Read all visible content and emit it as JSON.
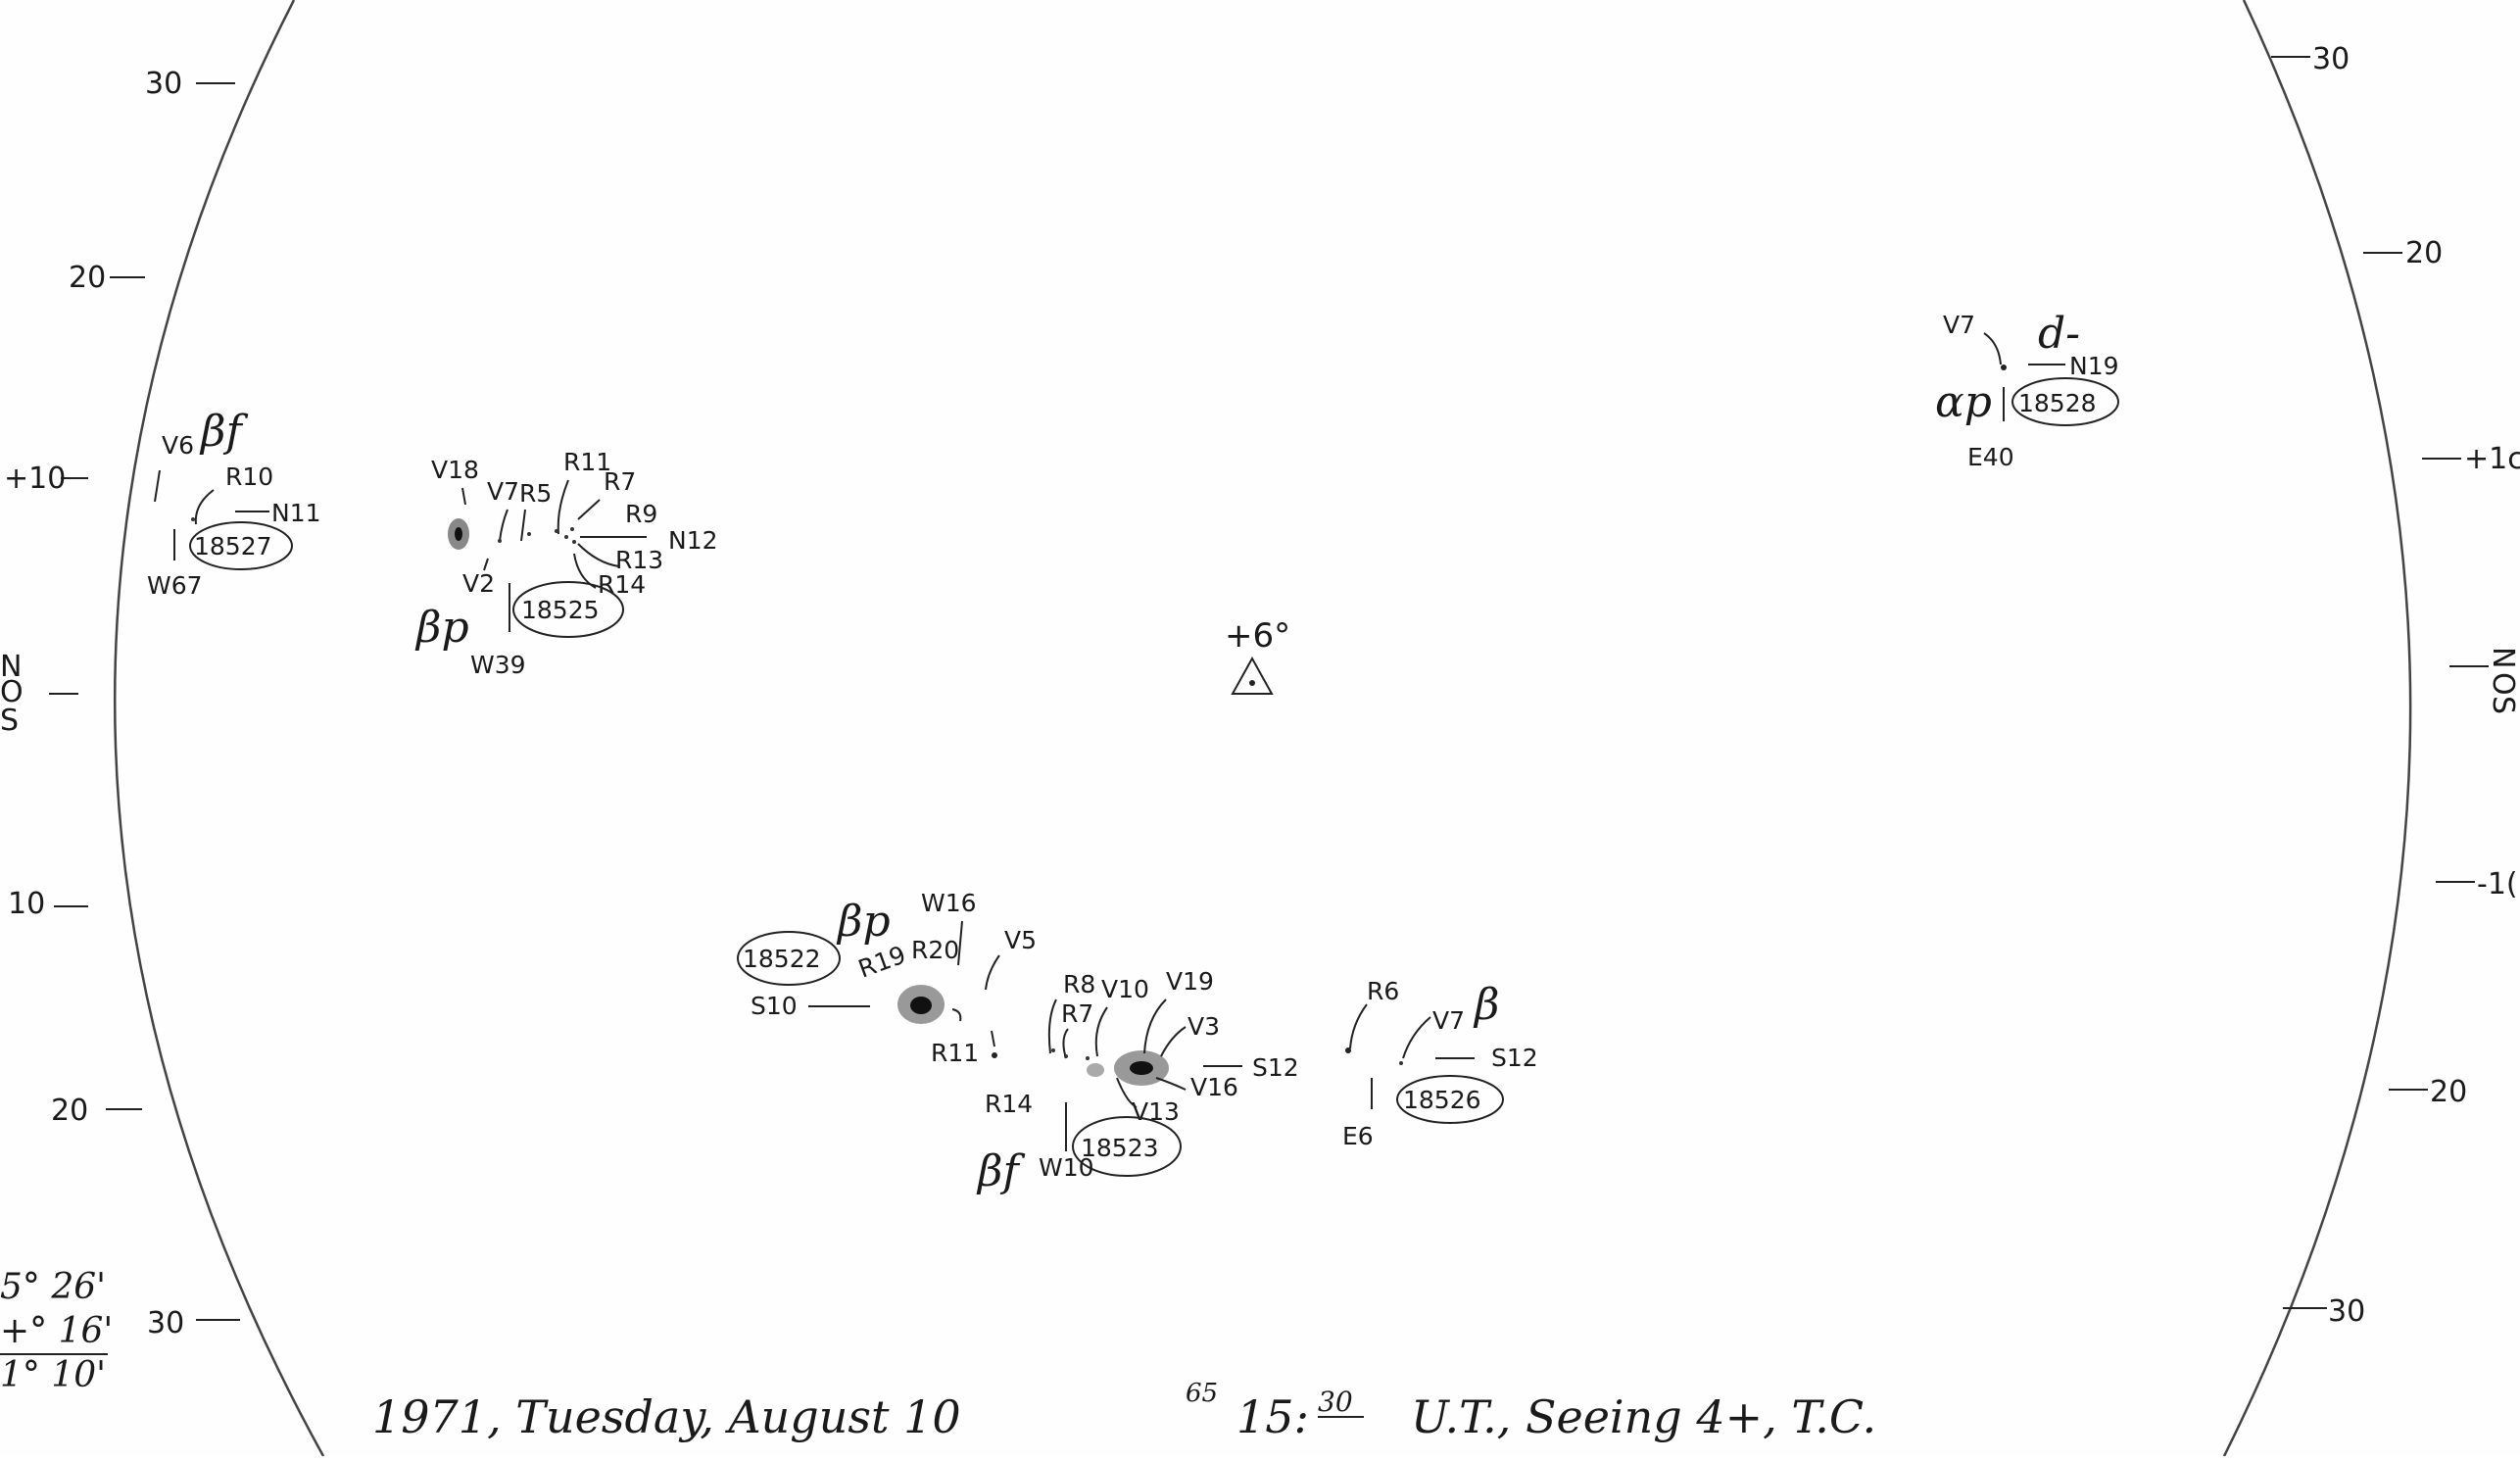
{
  "caption": {
    "line": "1971, Tuesday, August 10",
    "superscript": "65",
    "time_main": "15:",
    "time_sup": "30",
    "rest": "U.T., Seeing 4+, T.C."
  },
  "center_mark": {
    "label": "+6°"
  },
  "left_scale": [
    "30",
    "20",
    "+10",
    "10",
    "20",
    "30"
  ],
  "left_ns": [
    "N",
    "O",
    "S"
  ],
  "right_scale": [
    "30",
    "20",
    "+1c",
    "-1(",
    "20",
    "30"
  ],
  "right_ns": [
    "N",
    "O",
    "S"
  ],
  "bottom_left_notes": [
    "5° 26'",
    "+° 16'",
    "1° 10'"
  ],
  "groups": [
    {
      "id": "18527",
      "class": "βf",
      "lat": "N11",
      "lon": "W67",
      "spots": [
        "V6",
        "R10"
      ]
    },
    {
      "id": "18525",
      "class": "βp",
      "lat": "N12",
      "lon": "W39",
      "spots": [
        "V18",
        "V7",
        "R5",
        "R11",
        "R7",
        "R9",
        "R13",
        "R14",
        "V2"
      ]
    },
    {
      "id": "18528",
      "class": "αp",
      "class_top": "d-",
      "lat": "N19",
      "lon": "E40",
      "spots": [
        "V7"
      ]
    },
    {
      "id": "18522",
      "class": "βp",
      "lat": "S10",
      "lon": "W16",
      "spots": [
        "R19",
        "R20",
        "R11",
        "V5"
      ]
    },
    {
      "id": "18523",
      "class": "βf",
      "lat": "S12",
      "lon": "W10",
      "spots": [
        "R8",
        "R7",
        "V10",
        "V19",
        "V3",
        "V16",
        "V13",
        "R14"
      ]
    },
    {
      "id": "18526",
      "class": "β",
      "lat": "S12",
      "lon": "E6",
      "spots": [
        "R6",
        "V7"
      ]
    }
  ]
}
